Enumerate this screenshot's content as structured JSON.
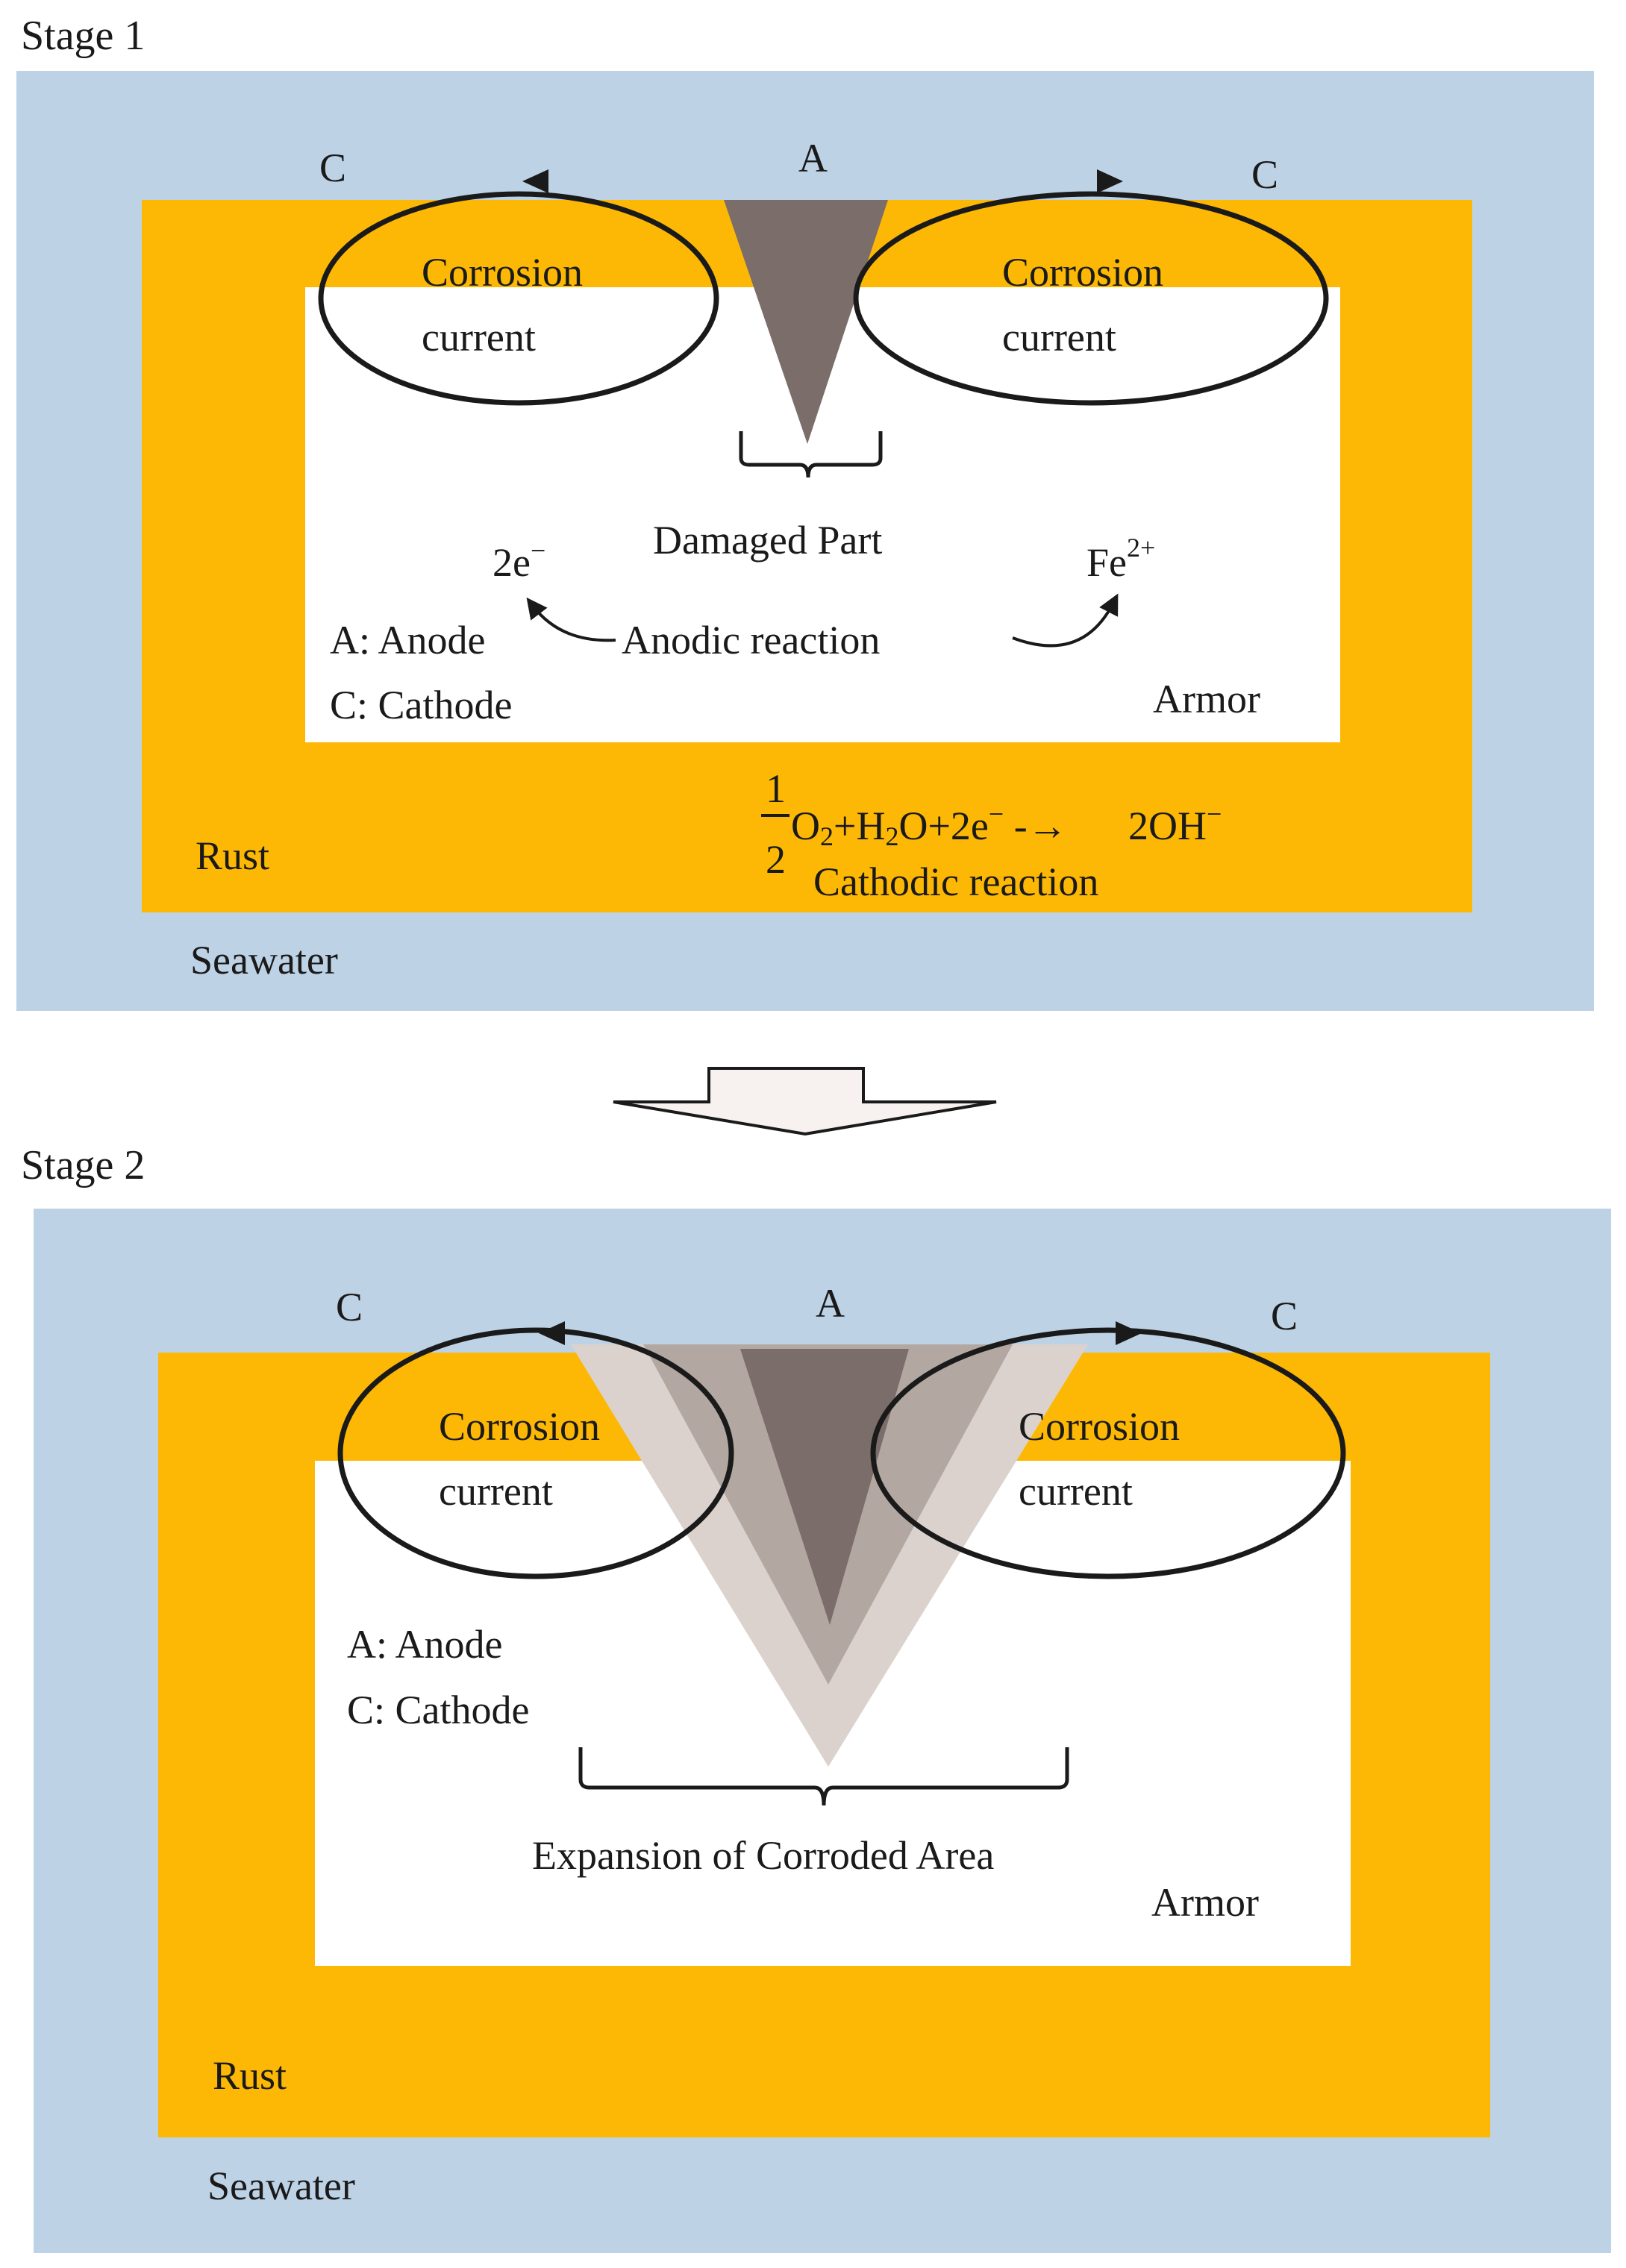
{
  "colors": {
    "seawater": "#bed2e6",
    "rust": "#fdb805",
    "armor": "#ffffff",
    "pit_dark": "#7b6d69",
    "pit_mid": "#b3a7a1",
    "pit_light": "#dcd2cd",
    "stroke": "#1a1a1a",
    "arrow_fill": "#f7f1ef"
  },
  "stage1": {
    "title": "Stage 1",
    "anode_mark": "A",
    "cathode_left": "C",
    "cathode_right": "C",
    "loop_left": {
      "line1": "Corrosion",
      "line2": "current"
    },
    "loop_right": {
      "line1": "Corrosion",
      "line2": "current"
    },
    "damaged_part": "Damaged Part",
    "electrons": {
      "base": "2e",
      "sup": "−"
    },
    "ferrous_ion": {
      "base": "Fe",
      "sup": "2+"
    },
    "anodic_reaction": "Anodic reaction",
    "legend": {
      "anode": "A: Anode",
      "cathode": "C: Cathode"
    },
    "armor": "Armor",
    "rust": "Rust",
    "seawater": "Seawater",
    "cathodic_equation": {
      "numerator": "1",
      "denominator": "2",
      "o2": "O",
      "o2_sub": "2",
      "plus1": "+H",
      "h2o_sub": "2",
      "o_tail": "O+2e",
      "e_sup": "−",
      "arrow": " -→",
      "product": "2OH",
      "product_sup": "−"
    },
    "cathodic_reaction": "Cathodic reaction"
  },
  "stage2": {
    "title": "Stage 2",
    "anode_mark": "A",
    "cathode_left": "C",
    "cathode_right": "C",
    "loop_left": {
      "line1": "Corrosion",
      "line2": "current"
    },
    "loop_right": {
      "line1": "Corrosion",
      "line2": "current"
    },
    "legend": {
      "anode": "A: Anode",
      "cathode": "C: Cathode"
    },
    "expansion": "Expansion of Corroded Area",
    "armor": "Armor",
    "rust": "Rust",
    "seawater": "Seawater"
  }
}
